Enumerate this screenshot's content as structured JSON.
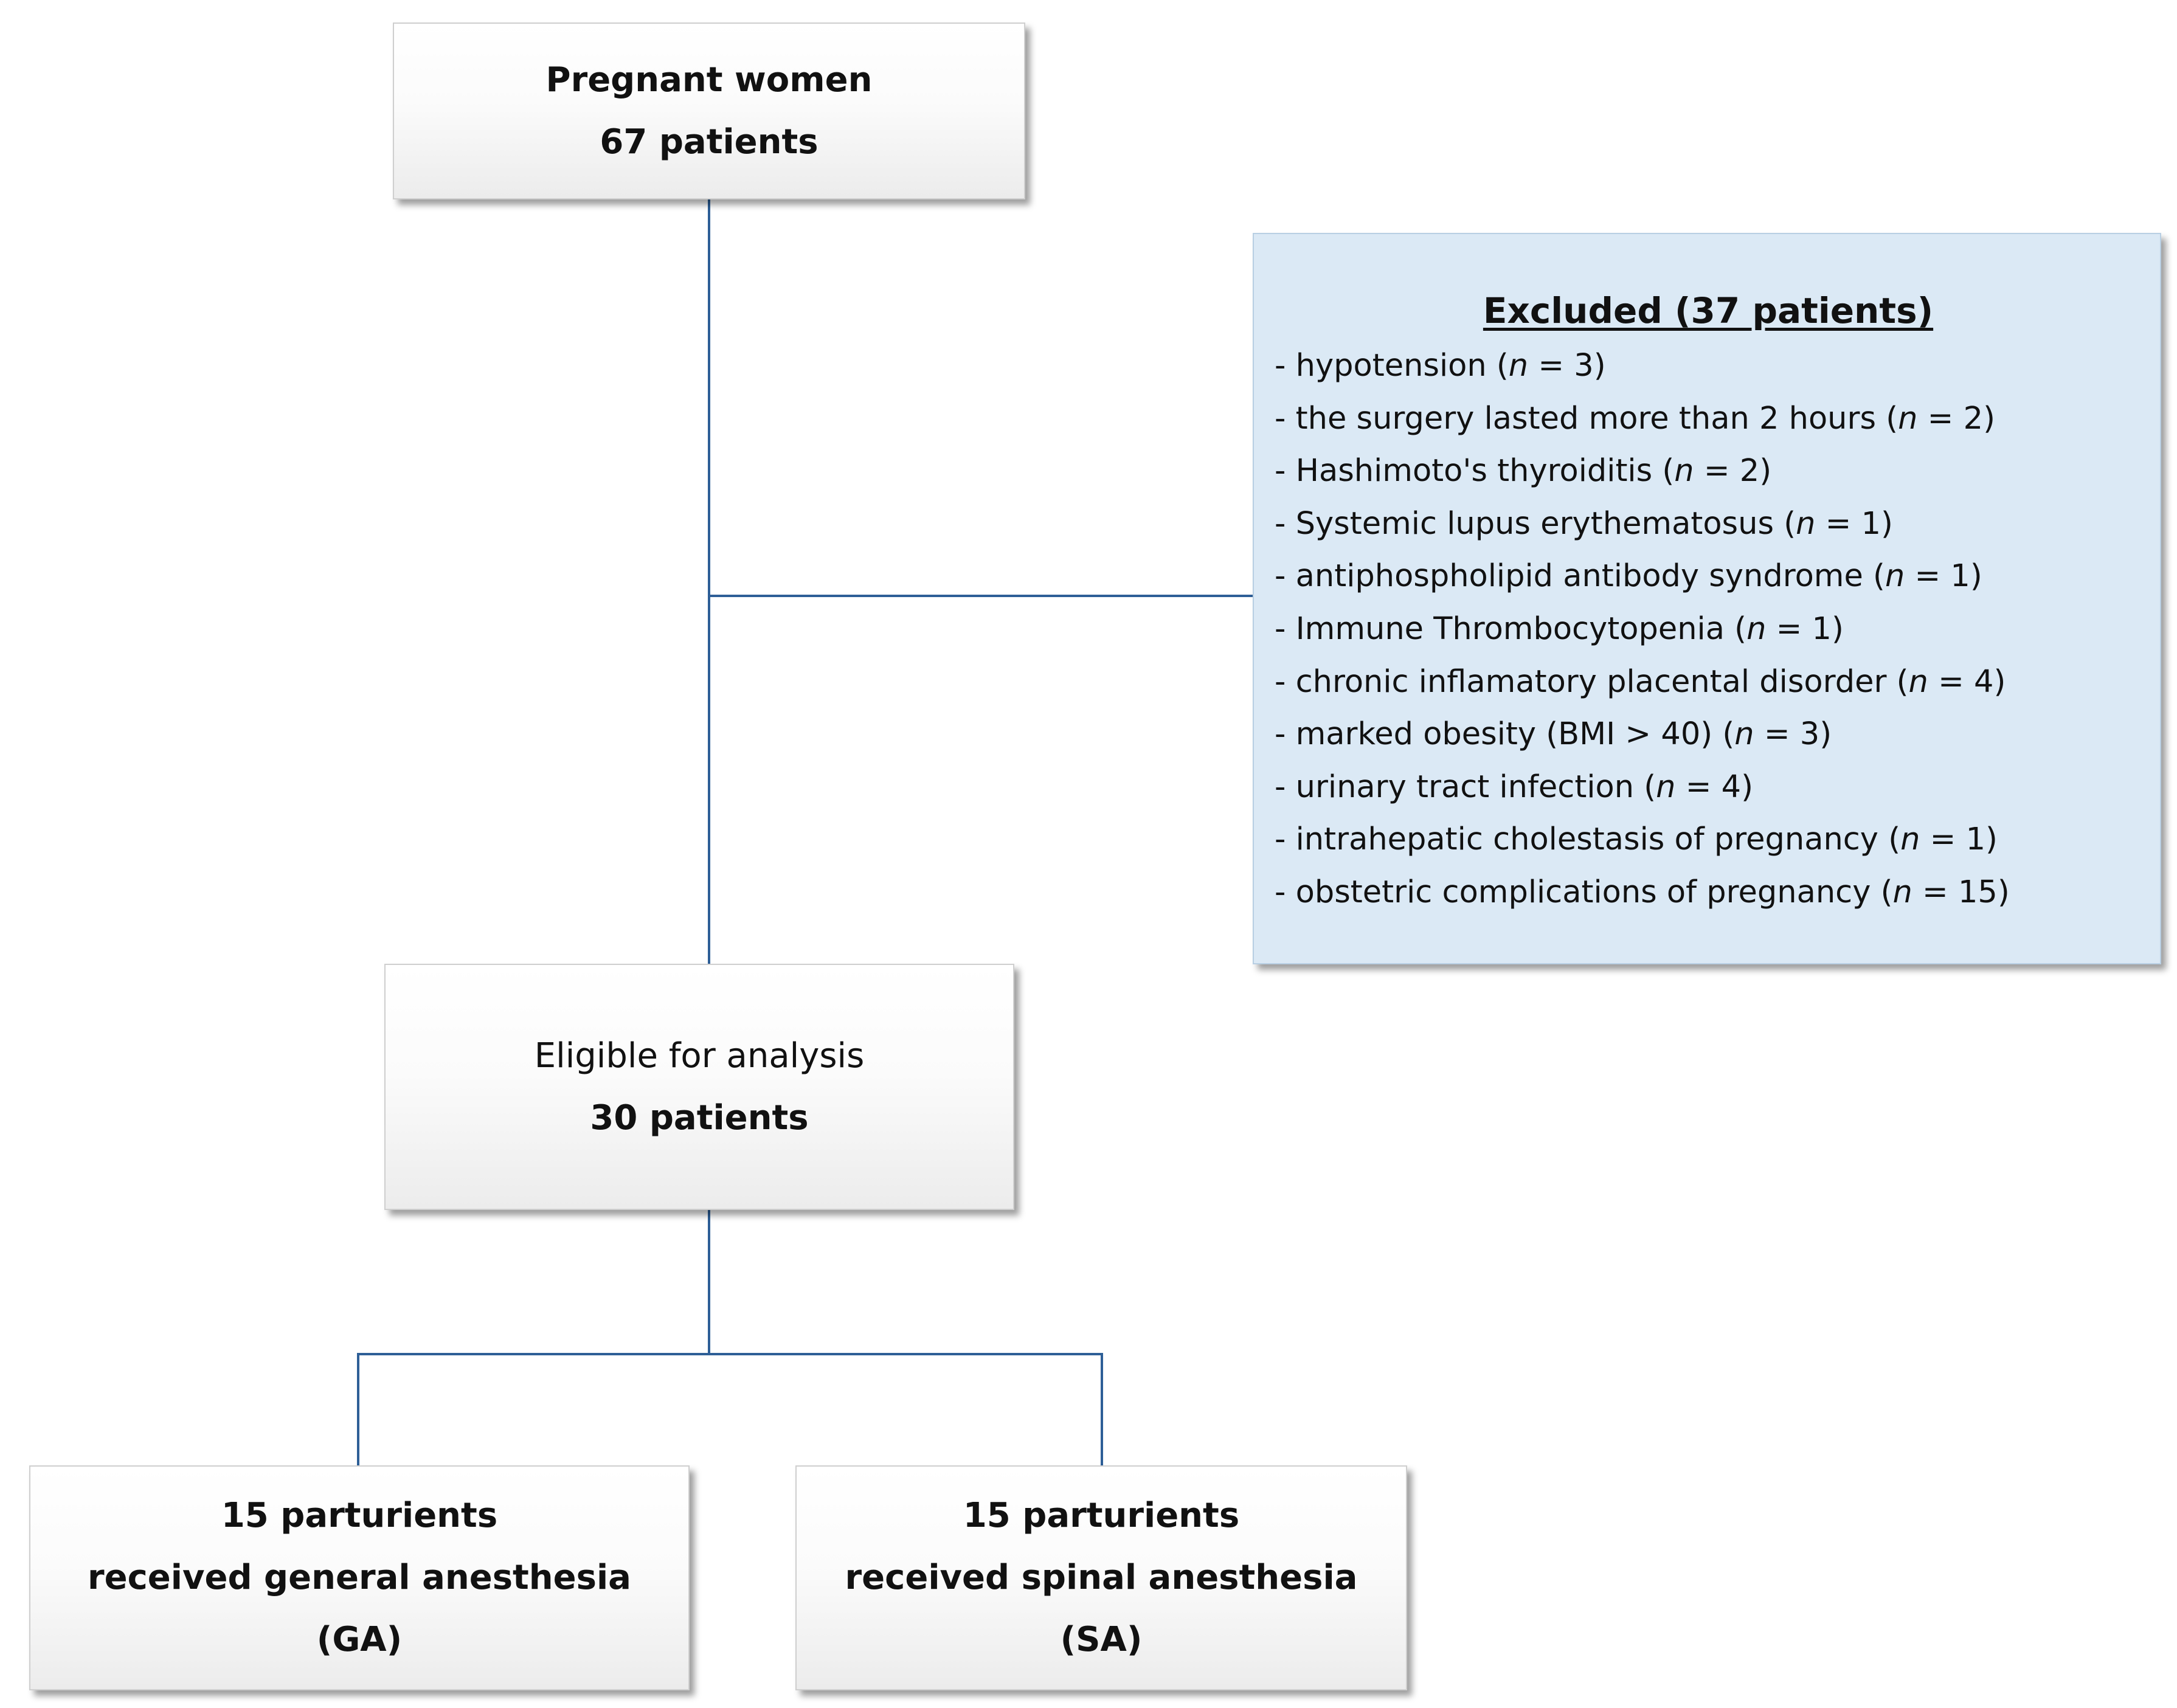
{
  "top_box": {
    "line1": "Pregnant women",
    "line2": "67 patients"
  },
  "excluded": {
    "title": "Excluded (37 patients)",
    "n_symbol": "n",
    "items": [
      {
        "dash": "- ",
        "text": "hypotension (",
        "count": " = 3)"
      },
      {
        "dash": "- ",
        "text": "the surgery lasted more than 2 hours (",
        "count": " = 2)"
      },
      {
        "dash": "- ",
        "text": "Hashimoto's thyroiditis (",
        "count": " = 2)"
      },
      {
        "dash": "- ",
        "text": "Systemic lupus erythematosus  (",
        "count": " = 1)"
      },
      {
        "dash": "- ",
        "text": "antiphospholipid antibody syndrome (",
        "count": " = 1)"
      },
      {
        "dash": "- ",
        "text": "Immune Thrombocytopenia  (",
        "count": " = 1)"
      },
      {
        "dash": "- ",
        "text": "chronic inflamatory placental disorder (",
        "count": " = 4)"
      },
      {
        "dash": "- ",
        "text": "marked obesity (BMI > 40) (",
        "count": " = 3)"
      },
      {
        "dash": "- ",
        "text": "urinary tract infection (",
        "count": " = 4)"
      },
      {
        "dash": "- ",
        "text": "intrahepatic cholestasis of pregnancy (",
        "count": " = 1)"
      },
      {
        "dash": "- ",
        "text": "obstetric complications of pregnancy (",
        "count": " = 15)"
      }
    ]
  },
  "eligible_box": {
    "line1": "Eligible for analysis",
    "line2": "30 patients"
  },
  "ga_box": {
    "line1": "15 parturients",
    "line2": "received general anesthesia",
    "line3": "(GA)"
  },
  "sa_box": {
    "line1": "15 parturients",
    "line2": "received spinal anesthesia",
    "line3": "(SA)"
  },
  "colors": {
    "connector": "#2e5f97",
    "excluded_fill": "#dbe9f5",
    "box_border": "#cfcfcf"
  }
}
